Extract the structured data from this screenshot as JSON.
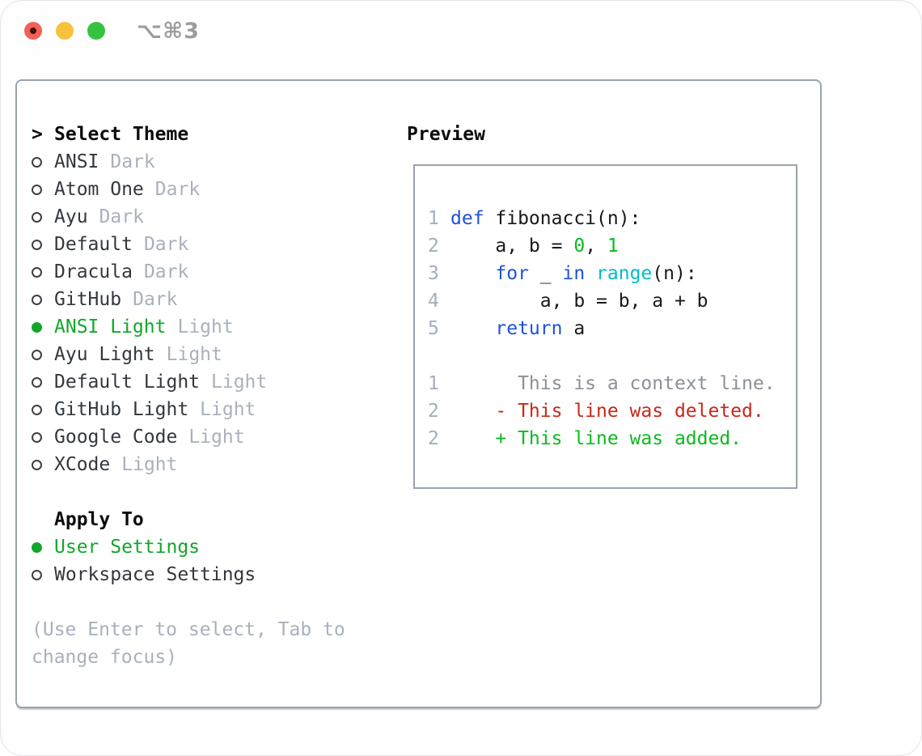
{
  "window": {
    "title": "⌥⌘3"
  },
  "colors": {
    "accent_green": "#13a62c",
    "added_green": "#0cba1e",
    "number_green": "#04bd20",
    "deleted_red": "#c9281a",
    "keyword_blue": "#1d53d8",
    "builtin_cyan": "#00bcc8",
    "code_text": "#17191c",
    "muted_gray": "#a9b1bd",
    "line_number_gray": "#a3adbc",
    "context_gray": "#8b9198",
    "item_text": "#33383e",
    "border_gray": "#9aa3ae",
    "title_gray": "#9c9c9c",
    "traffic_red": "#f16157",
    "traffic_yellow": "#f8c13d",
    "traffic_green": "#35c23f"
  },
  "left": {
    "header_marker": ">",
    "header": "Select Theme",
    "themes": [
      {
        "name": "ANSI",
        "variant": "Dark",
        "selected": false
      },
      {
        "name": "Atom One",
        "variant": "Dark",
        "selected": false
      },
      {
        "name": "Ayu",
        "variant": "Dark",
        "selected": false
      },
      {
        "name": "Default",
        "variant": "Dark",
        "selected": false
      },
      {
        "name": "Dracula",
        "variant": "Dark",
        "selected": false
      },
      {
        "name": "GitHub",
        "variant": "Dark",
        "selected": false
      },
      {
        "name": "ANSI Light",
        "variant": "Light",
        "selected": true
      },
      {
        "name": "Ayu Light",
        "variant": "Light",
        "selected": false
      },
      {
        "name": "Default Light",
        "variant": "Light",
        "selected": false
      },
      {
        "name": "GitHub Light",
        "variant": "Light",
        "selected": false
      },
      {
        "name": "Google Code",
        "variant": "Light",
        "selected": false
      },
      {
        "name": "XCode",
        "variant": "Light",
        "selected": false
      }
    ],
    "apply_to": {
      "header": "Apply To",
      "options": [
        {
          "name": "User Settings",
          "selected": true
        },
        {
          "name": "Workspace Settings",
          "selected": false
        }
      ]
    },
    "help": [
      "(Use Enter to select, Tab to",
      "change focus)"
    ]
  },
  "preview": {
    "header": "Preview",
    "code_lines": [
      {
        "num": "1",
        "tokens": [
          {
            "t": "def",
            "c": "kw"
          },
          {
            "t": " fibonacci(n):",
            "c": "pl"
          }
        ]
      },
      {
        "num": "2",
        "tokens": [
          {
            "t": "    a, b = ",
            "c": "pl"
          },
          {
            "t": "0",
            "c": "num"
          },
          {
            "t": ", ",
            "c": "pl"
          },
          {
            "t": "1",
            "c": "num"
          }
        ]
      },
      {
        "num": "3",
        "tokens": [
          {
            "t": "    ",
            "c": "pl"
          },
          {
            "t": "for",
            "c": "kw"
          },
          {
            "t": " _ ",
            "c": "pl"
          },
          {
            "t": "in",
            "c": "kw"
          },
          {
            "t": " ",
            "c": "pl"
          },
          {
            "t": "range",
            "c": "fn"
          },
          {
            "t": "(n):",
            "c": "pl"
          }
        ]
      },
      {
        "num": "4",
        "tokens": [
          {
            "t": "        a, b = b, a + b",
            "c": "pl"
          }
        ]
      },
      {
        "num": "5",
        "tokens": [
          {
            "t": "    ",
            "c": "pl"
          },
          {
            "t": "return",
            "c": "kw"
          },
          {
            "t": " a",
            "c": "pl"
          }
        ]
      }
    ],
    "diff_lines": [
      {
        "num": "1",
        "tokens": [
          {
            "t": "      This is a context line.",
            "c": "ctx"
          }
        ]
      },
      {
        "num": "2",
        "tokens": [
          {
            "t": "    ",
            "c": "pl"
          },
          {
            "t": "- This line was deleted.",
            "c": "del"
          }
        ]
      },
      {
        "num": "2",
        "tokens": [
          {
            "t": "    ",
            "c": "pl"
          },
          {
            "t": "+ This line was added.",
            "c": "add"
          }
        ]
      }
    ]
  }
}
